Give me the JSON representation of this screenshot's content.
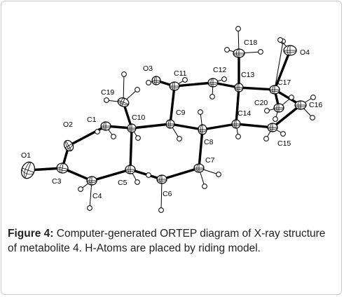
{
  "figure": {
    "caption_label": "Figure 4:",
    "caption_text": " Computer-generated ORTEP diagram of X-ray structure of metabolite 4. H-Atoms are placed by riding model."
  },
  "atoms": [
    {
      "id": "O1",
      "label": "O1"
    },
    {
      "id": "O2",
      "label": "O2"
    },
    {
      "id": "C1",
      "label": "C1"
    },
    {
      "id": "C3",
      "label": "C3"
    },
    {
      "id": "C4",
      "label": "C4"
    },
    {
      "id": "C5",
      "label": "C5"
    },
    {
      "id": "C6",
      "label": "C6"
    },
    {
      "id": "C7",
      "label": "C7"
    },
    {
      "id": "C8",
      "label": "C8"
    },
    {
      "id": "C9",
      "label": "C9"
    },
    {
      "id": "C10",
      "label": "C10"
    },
    {
      "id": "C11",
      "label": "C11"
    },
    {
      "id": "C12",
      "label": "C12"
    },
    {
      "id": "C13",
      "label": "C13"
    },
    {
      "id": "C14",
      "label": "C14"
    },
    {
      "id": "C15",
      "label": "C15"
    },
    {
      "id": "C16",
      "label": "C16"
    },
    {
      "id": "C17",
      "label": "C17"
    },
    {
      "id": "C18",
      "label": "C18"
    },
    {
      "id": "C19",
      "label": "C19"
    },
    {
      "id": "C20",
      "label": "C20"
    },
    {
      "id": "O3",
      "label": "O3"
    },
    {
      "id": "O4",
      "label": "O4"
    }
  ]
}
